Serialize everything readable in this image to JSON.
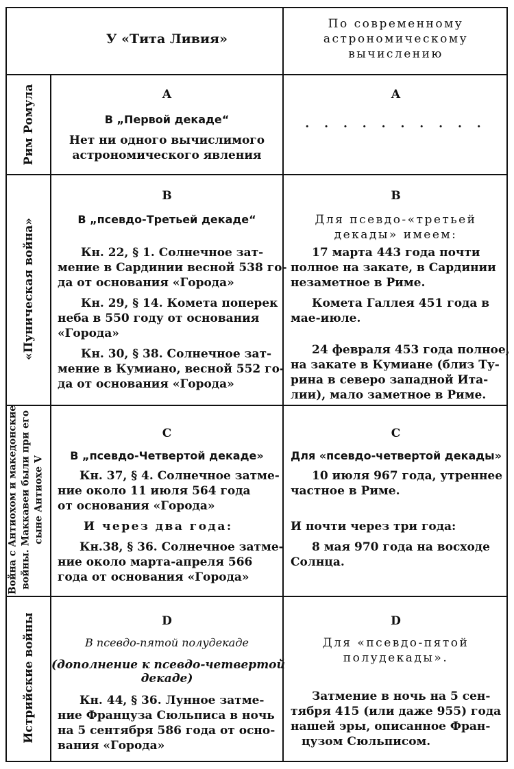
{
  "header": {
    "left": "У «Тита Ливия»",
    "right": [
      "По современному",
      "астрономическому",
      "вычислению"
    ]
  },
  "rows": [
    {
      "side_label": [
        "Рим Ромула"
      ],
      "left": {
        "letter": "A",
        "subtitle": "В „Первой декаде“",
        "body": [
          "Нет ни одного вычислимого",
          "астрономического явления"
        ]
      },
      "right": {
        "letter": "A",
        "body": ". . . . . . . . . ."
      }
    },
    {
      "side_label": [
        "«Пуническая война»"
      ],
      "left": {
        "letter": "B",
        "subtitle": "В „псевдо-Третьей декаде“",
        "p1": [
          "Кн. 22, § 1. Солнечное зат-",
          "мение в Сардинии весной 538 го-",
          "да от основания «Города»"
        ],
        "p2": [
          "Кн. 29, § 14. Комета поперек",
          "неба в 550 году от основания",
          "«Города»"
        ],
        "p3": [
          "Кн. 30, § 38. Солнечное зат-",
          "мение в Кумиано, весной 552 го-",
          "да от основания «Города»"
        ]
      },
      "right": {
        "letter": "B",
        "subtitle": [
          "Для псевдо-«третьей",
          "декады» имеем:"
        ],
        "p1": [
          "17 марта 443 года почти",
          "полное на закате, в Сардинии",
          "незаметное в Риме."
        ],
        "p2": [
          "Комета Галлея 451 года в",
          "мае-июле."
        ],
        "p3": [
          "24 февраля 453 года полное,",
          "на закате в Кумиане (близ Ту-",
          "рина в северо западной Ита-",
          "лии), мало заметное в Риме."
        ]
      }
    },
    {
      "side_label": [
        "Война с Антиохом и македонские",
        "войны. Маккавеи были при его",
        "сыне Антиохе V"
      ],
      "left": {
        "letter": "C",
        "subtitle": "В „псевдо-Четвертой декаде»",
        "p1": [
          "Кн. 37, § 4. Солнечное затме-",
          "ние около 11 июля 564 года",
          "от основания «Города»"
        ],
        "mid": "И через два года:",
        "p2": [
          "Кн.38, § 36. Солнечное затме-",
          "ние около марта-апреля 566",
          "года от основания «Города»"
        ]
      },
      "right": {
        "letter": "C",
        "subtitle": "Для «псевдо-четвертой декады»",
        "p1": [
          "10 июля 967 года, утреннее",
          "частное в Риме."
        ],
        "mid": "И почти через три года:",
        "p2": [
          "8 мая 970 года на восходе",
          "Солнца."
        ]
      }
    },
    {
      "side_label": [
        "Истрийские войны"
      ],
      "left": {
        "letter": "D",
        "subtitle": "В псевдо-пятой полудекаде",
        "note": [
          "(дополнение к псевдо-четвертой",
          "декаде)"
        ],
        "p1": [
          "Кн. 44, § 36. Лунное затме-",
          "ние Француза Сюльписа в ночь",
          "на 5 сентября 586 года от осно-",
          "вания «Города»"
        ]
      },
      "right": {
        "letter": "D",
        "subtitle": [
          "Для «псевдо-пятой",
          "полудекады»."
        ],
        "p1": [
          "Затмение в ночь на 5 сен-",
          "тября 415 (или даже 955) года",
          "нашей эры, описанное Фран-",
          "цузом Сюльписом."
        ]
      }
    }
  ]
}
